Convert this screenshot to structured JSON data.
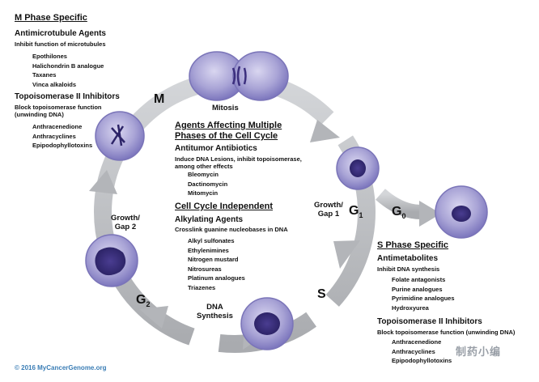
{
  "m_phase": {
    "title": "M Phase Specific",
    "antimicro": {
      "heading": "Antimicrotubule Agents",
      "desc": "Inhibit function of microtubules",
      "items": [
        "Epothilones",
        "Halichondrin B analogue",
        "Taxanes",
        "Vinca alkaloids"
      ]
    },
    "topo": {
      "heading": "Topoisomerase II Inhibitors",
      "desc": "Block topoisomerase function (unwinding DNA)",
      "items": [
        "Anthracenedione",
        "Anthracyclines",
        "Epipodophyllotoxins"
      ]
    }
  },
  "center": {
    "title": "Agents Affecting Multiple Phases of the Cell Cycle",
    "antitumor": {
      "heading": "Antitumor Antibiotics",
      "desc": "Induce DNA Lesions, inhibit topoisomerase, among other effects",
      "items": [
        "Bleomycin",
        "Dactinomycin",
        "Mitomycin"
      ]
    },
    "independent_title": "Cell Cycle Independent",
    "alkylating": {
      "heading": "Alkylating Agents",
      "desc": "Crosslink guanine nucleobases in DNA",
      "items": [
        "Alkyl sulfonates",
        "Ethylenimines",
        "Nitrogen mustard",
        "Nitrosureas",
        "Platinum analogues",
        "Triazenes"
      ]
    }
  },
  "s_phase": {
    "title": "S Phase Specific",
    "antimetab": {
      "heading": "Antimetabolites",
      "desc": "Inhibit DNA synthesis",
      "items": [
        "Folate antagonists",
        "Purine analogues",
        "Pyrimidine analogues",
        "Hydroxyurea"
      ]
    },
    "topo": {
      "heading": "Topoisomerase II Inhibitors",
      "desc": "Block topoisomerase function (unwinding DNA)",
      "items": [
        "Anthracenedione",
        "Anthracyclines",
        "Epipodophyllotoxins"
      ]
    }
  },
  "phases": {
    "m": "M",
    "g1_letter": "G",
    "g1_sub": "1",
    "g0_letter": "G",
    "g0_sub": "0",
    "g2_letter": "G",
    "g2_sub": "2",
    "s": "S"
  },
  "stages": {
    "mitosis": "Mitosis",
    "growth1_line1": "Growth/",
    "growth1_line2": "Gap 1",
    "growth2_line1": "Growth/",
    "growth2_line2": "Gap 2",
    "dna_line1": "DNA",
    "dna_line2": "Synthesis"
  },
  "footer": "© 2016 MyCancerGenome.org",
  "watermark": "制药小编",
  "colors": {
    "arrow": "#b8babd",
    "cell_fill": "#a39fd0",
    "cell_edge": "#7a74b8",
    "nucleus": "#3c2f7e",
    "footer": "#3a7db5"
  }
}
